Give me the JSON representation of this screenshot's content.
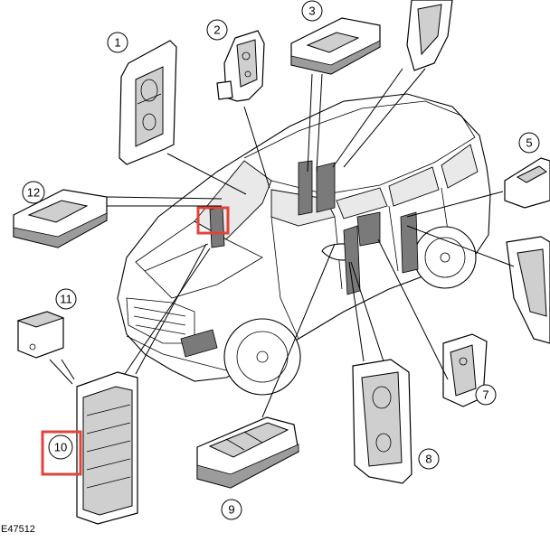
{
  "figure_code": "E47512",
  "callouts": [
    {
      "id": 1,
      "label": "1"
    },
    {
      "id": 2,
      "label": "2"
    },
    {
      "id": 3,
      "label": "3"
    },
    {
      "id": 5,
      "label": "5"
    },
    {
      "id": 7,
      "label": "7"
    },
    {
      "id": 8,
      "label": "8"
    },
    {
      "id": 9,
      "label": "9"
    },
    {
      "id": 10,
      "label": "10"
    },
    {
      "id": 11,
      "label": "11"
    },
    {
      "id": 12,
      "label": "12"
    }
  ],
  "highlight_color": "#e0443a"
}
